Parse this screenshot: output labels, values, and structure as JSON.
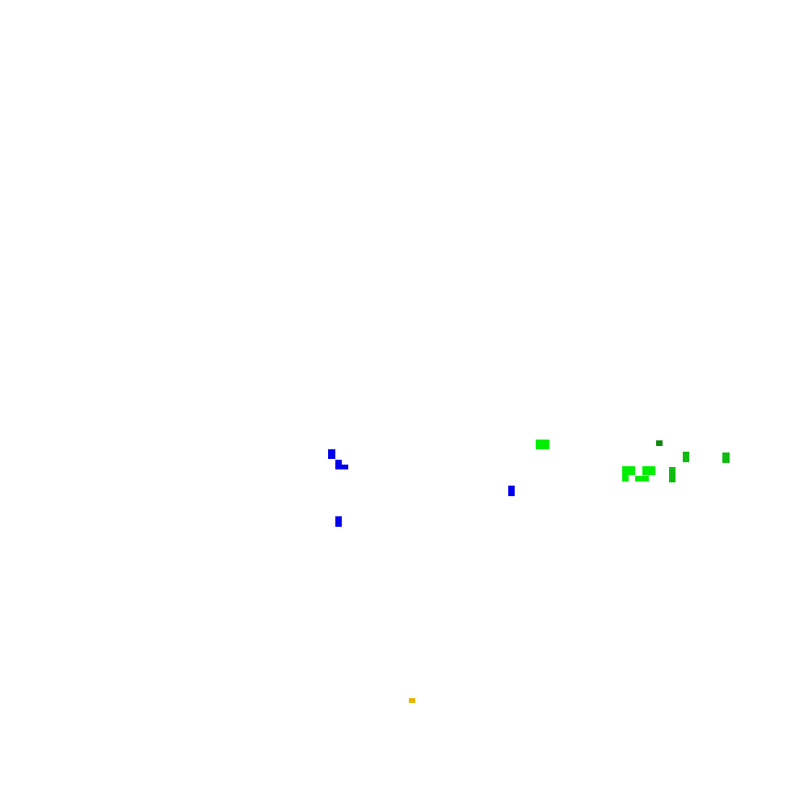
{
  "background": "#ffffff",
  "colors": {
    "blue": "#0000ee",
    "bright_green": "#00ee00",
    "medium_green": "#11bb11",
    "dark_green": "#118811",
    "gold": "#e6b800"
  },
  "regions": [
    {
      "id": "blue-cluster-left",
      "color": "blue"
    },
    {
      "id": "blue-cluster-mid",
      "color": "blue"
    },
    {
      "id": "green-cluster-top",
      "color": "bright_green"
    },
    {
      "id": "green-cluster-right",
      "color": "bright_green"
    },
    {
      "id": "green-cluster-far-right",
      "color": "medium_green"
    },
    {
      "id": "dark-green-mark",
      "color": "dark_green"
    },
    {
      "id": "gold-mark",
      "color": "gold"
    }
  ]
}
